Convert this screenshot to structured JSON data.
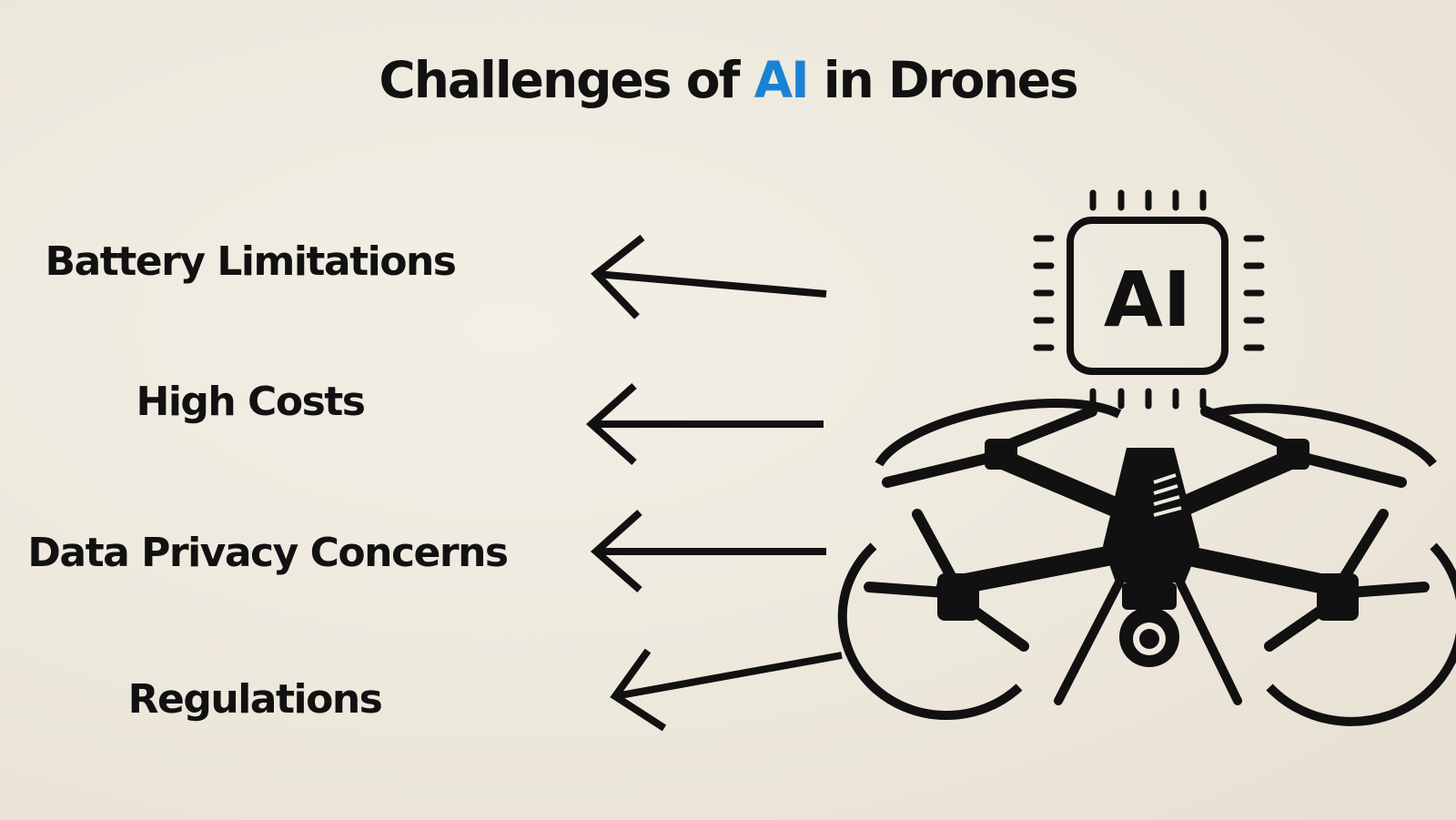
{
  "title": {
    "before": "Challenges of ",
    "highlight": "AI",
    "after": " in Drones",
    "highlight_color": "#1a82d4"
  },
  "challenges": [
    "Battery Limitations",
    "High Costs",
    "Data Privacy Concerns",
    "Regulations"
  ],
  "chip": {
    "label": "AI"
  },
  "icons": [
    "ai-chip-icon",
    "drone-icon",
    "camera-icon",
    "left-arrow-icon"
  ],
  "colors": {
    "background": "#efeadf",
    "ink": "#111111",
    "accent": "#1a82d4"
  }
}
